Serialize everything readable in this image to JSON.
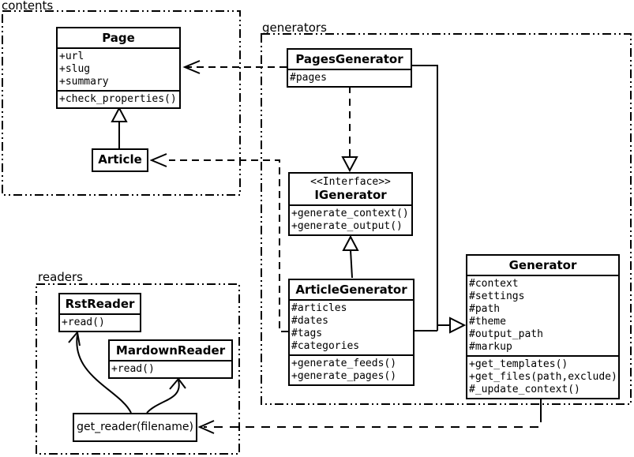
{
  "diagram": {
    "type": "uml-class-diagram",
    "colors": {
      "line": "#000000",
      "background": "#ffffff",
      "box_fill": "#ffffff"
    }
  },
  "packages": {
    "contents": {
      "label": "contents"
    },
    "generators": {
      "label": "generators"
    },
    "readers": {
      "label": "readers"
    }
  },
  "classes": {
    "page": {
      "title": "Page",
      "attrs": [
        "+url",
        "+slug",
        "+summary"
      ],
      "methods": [
        "+check_properties()"
      ]
    },
    "article": {
      "title": "Article"
    },
    "pages_generator": {
      "title": "PagesGenerator",
      "attrs": [
        "#pages"
      ]
    },
    "igenerator": {
      "stereotype": "<<Interface>>",
      "title": "IGenerator",
      "methods": [
        "+generate_context()",
        "+generate_output()"
      ]
    },
    "article_generator": {
      "title": "ArticleGenerator",
      "attrs": [
        "#articles",
        "#dates",
        "#tags",
        "#categories"
      ],
      "methods": [
        "+generate_feeds()",
        "+generate_pages()"
      ]
    },
    "generator": {
      "title": "Generator",
      "attrs": [
        "#context",
        "#settings",
        "#path",
        "#theme",
        "#output_path",
        "#markup"
      ],
      "methods": [
        "+get_templates()",
        "+get_files(path,exclude)",
        "#_update_context()"
      ]
    },
    "rst_reader": {
      "title": "RstReader",
      "methods": [
        "+read()"
      ]
    },
    "mardown_reader": {
      "title": "MardownReader",
      "methods": [
        "+read()"
      ]
    },
    "get_reader": {
      "label": "get_reader(filename)"
    }
  },
  "relationships": [
    {
      "name": "article-inherits-page",
      "type": "inheritance"
    },
    {
      "name": "pagesgenerator-depends-on-page",
      "type": "dependency"
    },
    {
      "name": "articlegenerator-depends-on-article",
      "type": "dependency"
    },
    {
      "name": "pagesgenerator-realizes-igenerator",
      "type": "realization"
    },
    {
      "name": "articlegenerator-realizes-igenerator",
      "type": "realization"
    },
    {
      "name": "pagesgenerator-articlegenerator-inherit-generator",
      "type": "inheritance"
    },
    {
      "name": "generator-depends-on-get-reader",
      "type": "dependency"
    },
    {
      "name": "get-reader-to-rstreader",
      "type": "arrow"
    },
    {
      "name": "get-reader-to-mardownreader",
      "type": "arrow"
    }
  ]
}
